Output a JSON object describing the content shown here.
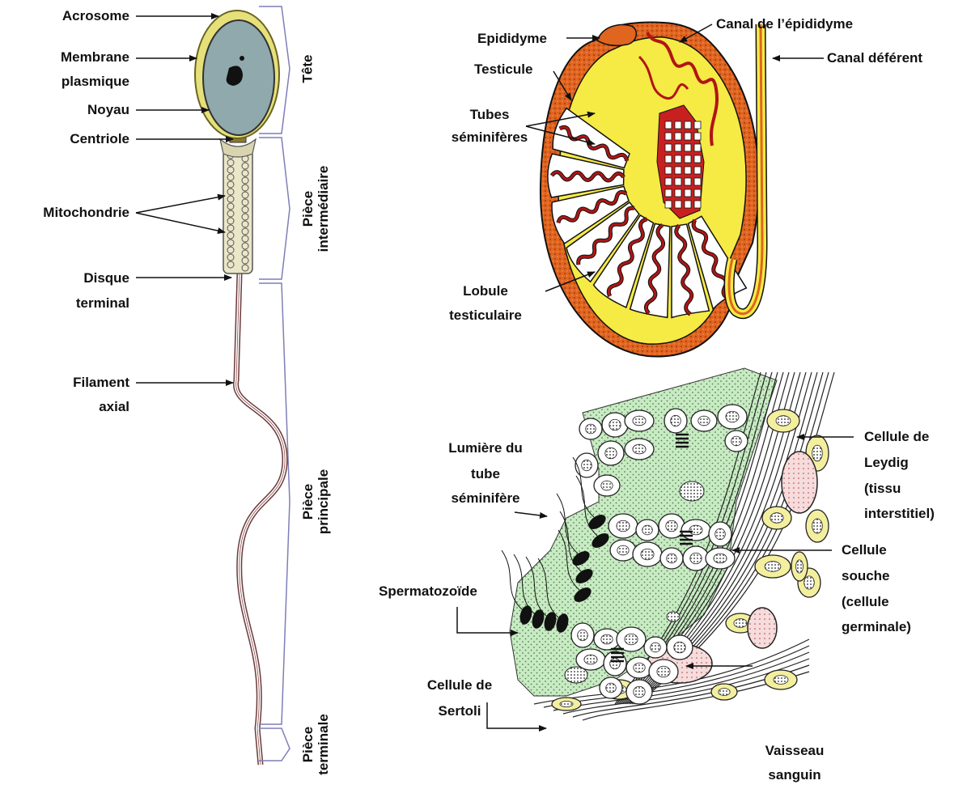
{
  "sperm": {
    "labels": {
      "acrosome": "Acrosome",
      "membrane_1": "Membrane",
      "membrane_2": "plasmique",
      "noyau": "Noyau",
      "centriole": "Centriole",
      "mitochondrie": "Mitochondrie",
      "disque_1": "Disque",
      "disque_2": "terminal",
      "filament_1": "Filament",
      "filament_2": "axial"
    },
    "regions": {
      "tete": "Tête",
      "intermediaire_1": "Pièce",
      "intermediaire_2": "intermédiaire",
      "principale_1": "Pièce",
      "principale_2": "principale",
      "terminale_1": "Pièce",
      "terminale_2": "terminale"
    }
  },
  "testis": {
    "labels": {
      "epididyme": "Epididyme",
      "canal_epididyme": "Canal de l’épididyme",
      "canal_deferent": "Canal déférent",
      "testicule": "Testicule",
      "tubes_1": "Tubes",
      "tubes_2": "séminifères",
      "lobule_1": "Lobule",
      "lobule_2": "testiculaire"
    }
  },
  "tubule": {
    "labels": {
      "lumiere_1": "Lumière du",
      "lumiere_2": "tube",
      "lumiere_3": "séminifère",
      "leydig_1": "Cellule de",
      "leydig_2": "Leydig",
      "leydig_3": "(tissu",
      "leydig_4": "interstitiel)",
      "souche_1": "Cellule",
      "souche_2": "souche",
      "souche_3": "(cellule",
      "souche_4": "germinale)",
      "spermatozoide": "Spermatozoïde",
      "sertoli_1": "Cellule de",
      "sertoli_2": "Sertoli",
      "vaisseau_1": "Vaisseau",
      "vaisseau_2": "sanguin"
    }
  },
  "colors": {
    "head_fill": "#8fa9ad",
    "acrosome": "#e6e07a",
    "testis_outer": "#e0651f",
    "testis_inner": "#f6ea45",
    "tubule_red": "#b01515",
    "sertoli_green": "#c9eac4",
    "leydig_yellow": "#f3ef9e",
    "vessel_pink": "#f6dcdc",
    "bracket": "#7e7eb8"
  }
}
